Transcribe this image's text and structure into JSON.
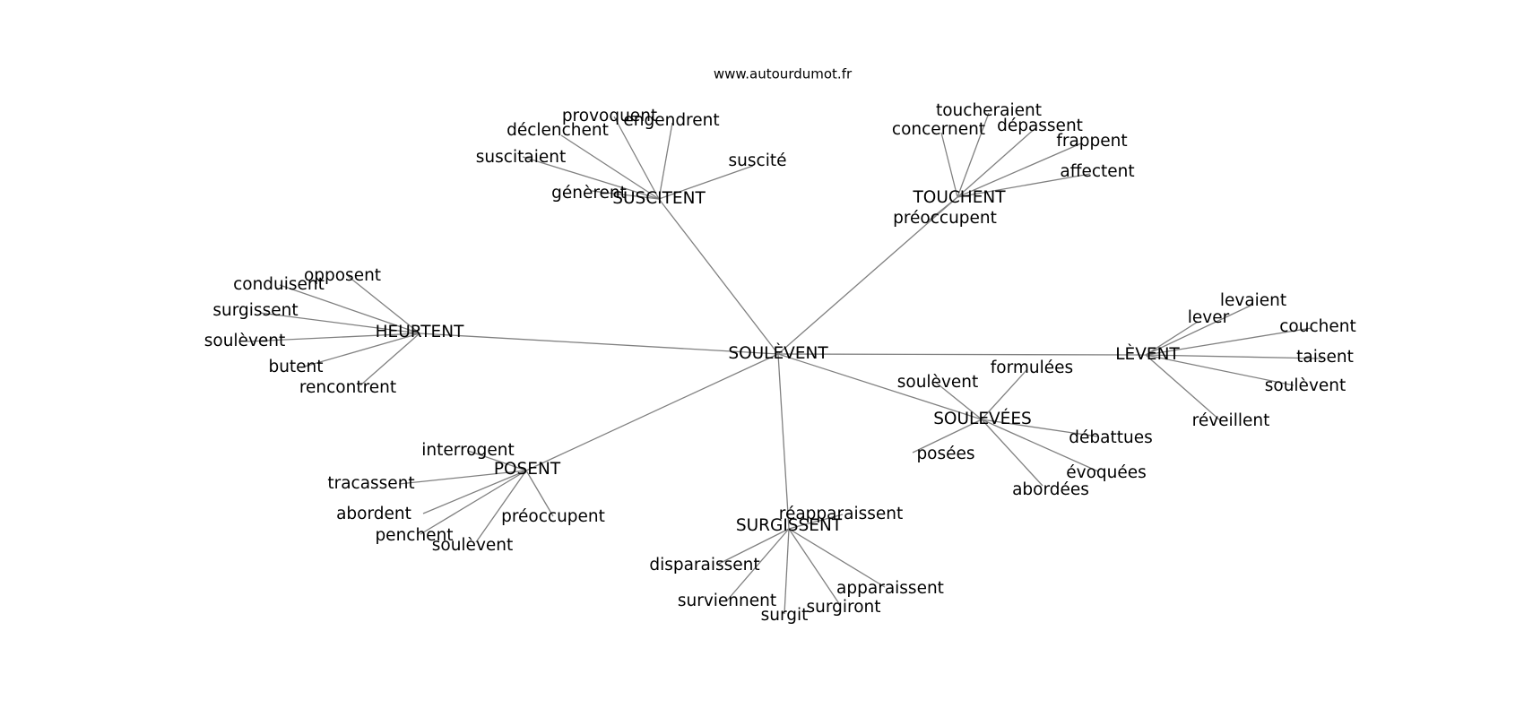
{
  "watermark": "www.autourdumot.fr",
  "colors": {
    "edge": "#808080",
    "text": "#000000",
    "background": "#ffffff"
  },
  "graph": {
    "center": "SOULÈVENT",
    "clusters": [
      {
        "hub": "SUSCITENT",
        "leaves": [
          "provoquent",
          "engendrent",
          "déclenchent",
          "suscitaient",
          "génèrent",
          "suscité"
        ]
      },
      {
        "hub": "TOUCHENT",
        "leaves": [
          "toucheraient",
          "concernent",
          "dépassent",
          "frappent",
          "affectent",
          "préoccupent"
        ]
      },
      {
        "hub": "HEURTENT",
        "leaves": [
          "opposent",
          "conduisent",
          "surgissent",
          "soulèvent",
          "butent",
          "rencontrent"
        ]
      },
      {
        "hub": "LÈVENT",
        "leaves": [
          "levaient",
          "lever",
          "couchent",
          "taisent",
          "soulèvent",
          "réveillent"
        ]
      },
      {
        "hub": "SOULEVÉES",
        "leaves": [
          "formulées",
          "soulèvent",
          "débattues",
          "posées",
          "évoquées",
          "abordées"
        ]
      },
      {
        "hub": "POSENT",
        "leaves": [
          "interrogent",
          "tracassent",
          "abordent",
          "penchent",
          "soulèvent",
          "préoccupent"
        ]
      },
      {
        "hub": "SURGISSENT",
        "leaves": [
          "réapparaissent",
          "disparaissent",
          "surviennent",
          "surgit",
          "surgiront",
          "apparaissent"
        ]
      }
    ]
  }
}
